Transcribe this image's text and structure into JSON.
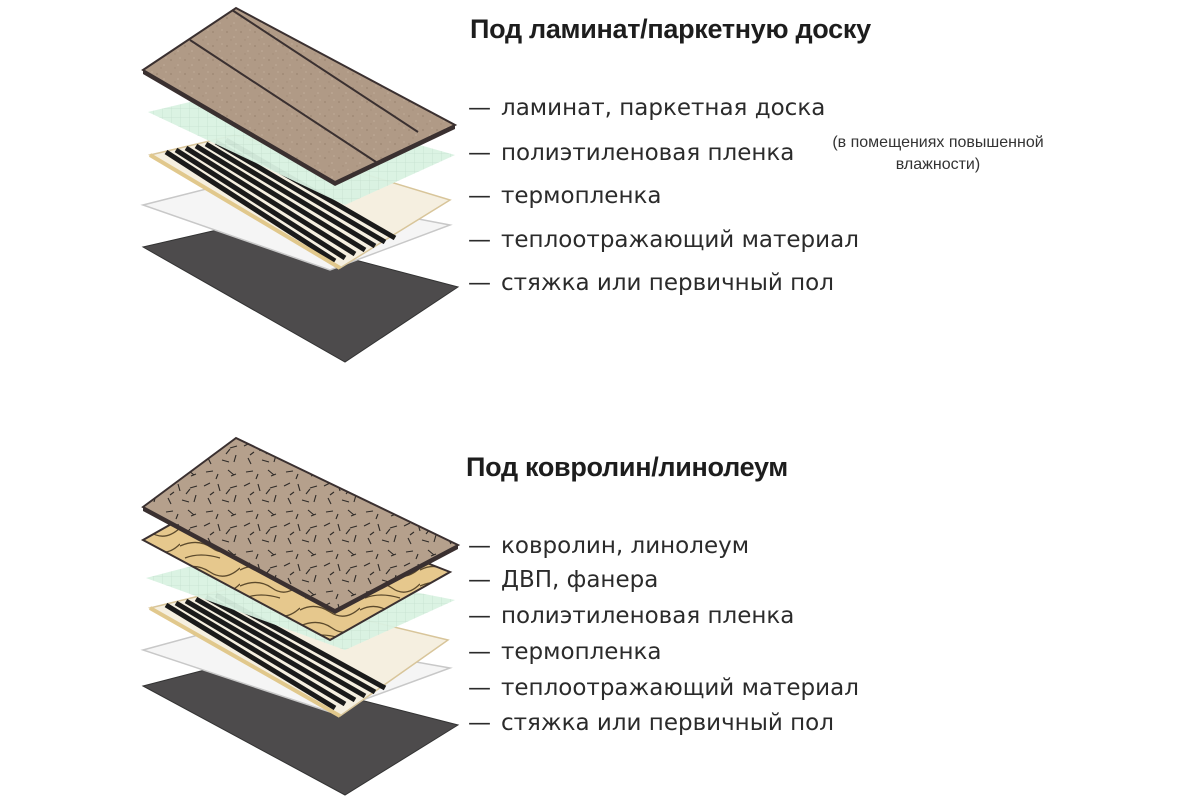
{
  "sections": [
    {
      "title": "Под ламинат/паркетную доску",
      "layers": [
        "ламинат, паркетная доска",
        "полиэтиленовая пленка",
        "термопленка",
        "теплоотражающий материал",
        "стяжка или первичный пол"
      ],
      "note": {
        "line1": "(в помещениях повышенной",
        "line2": "влажности)"
      }
    },
    {
      "title": "Под ковролин/линолеум",
      "layers": [
        "ковролин, линолеум",
        "ДВП, фанера",
        "полиэтиленовая пленка",
        "термопленка",
        "теплоотражающий материал",
        "стяжка или первичный пол"
      ]
    }
  ],
  "dash": "—",
  "colors": {
    "laminate": "#b09a86",
    "film": "#d9f2e3",
    "thermo_stripe": "#1a1a1a",
    "thermo_edge": "#e1c88c",
    "reflective": "#f4f4f4",
    "screed": "#4d4b4c",
    "plywood": "#e6c88d",
    "carpet": "#b5a08c"
  }
}
